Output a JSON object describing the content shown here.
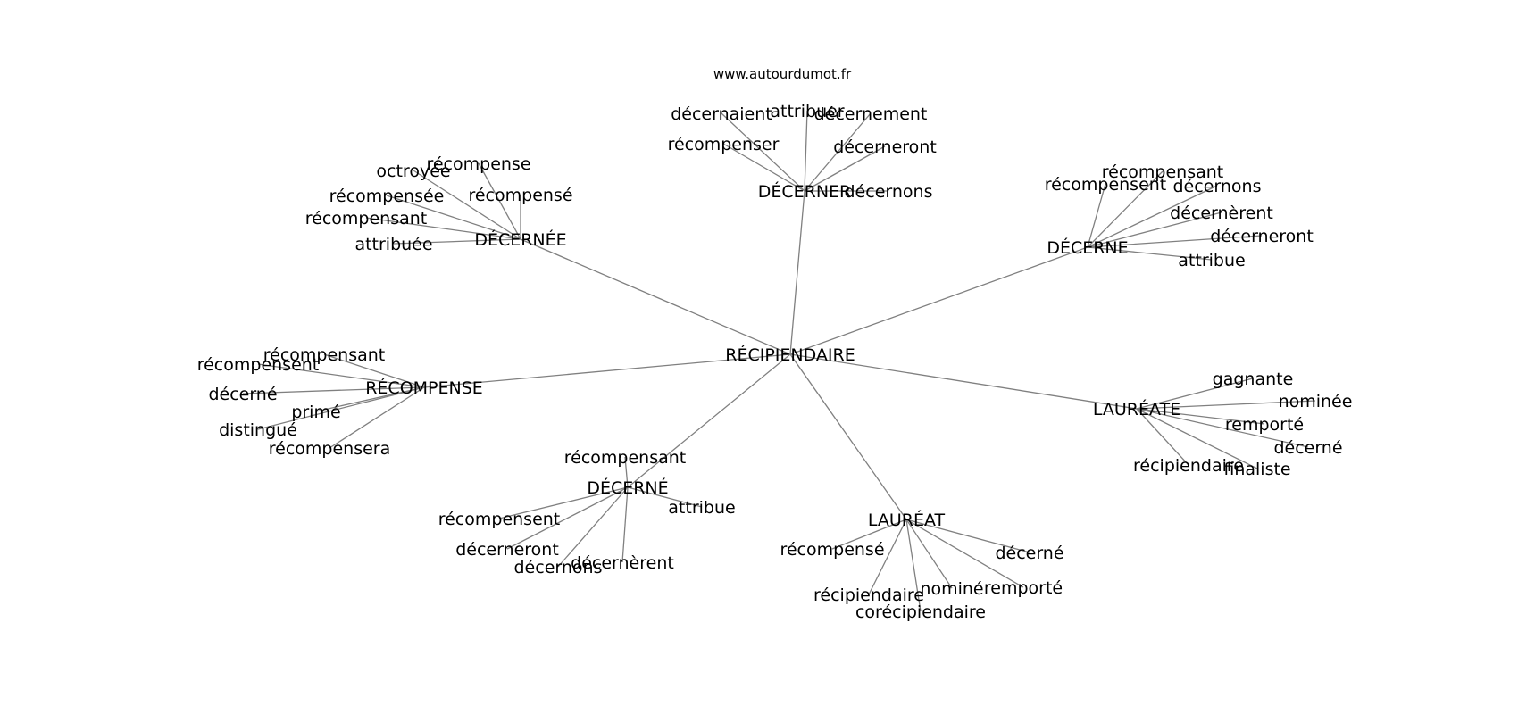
{
  "source": "www.autourdumot.fr",
  "graph": {
    "center": "RÉCIPIENDAIRE",
    "hubs": [
      {
        "id": "decerner",
        "label": "DÉCERNER",
        "leaves": [
          "décernaient",
          "attribuer",
          "décernement",
          "récompenser",
          "décerneront",
          "décernons"
        ]
      },
      {
        "id": "decernee",
        "label": "DÉCERNÉE",
        "leaves": [
          "octroyée",
          "récompense",
          "récompensée",
          "récompensé",
          "récompensant",
          "attribuée"
        ]
      },
      {
        "id": "decerne",
        "label": "DÉCERNE",
        "leaves": [
          "récompensant",
          "récompensent",
          "décernons",
          "décernèrent",
          "décerneront",
          "attribue"
        ]
      },
      {
        "id": "recompense",
        "label": "RÉCOMPENSE",
        "leaves": [
          "récompensant",
          "récompensent",
          "décerné",
          "primé",
          "distingué",
          "récompensera"
        ]
      },
      {
        "id": "laureate",
        "label": "LAURÉATE",
        "leaves": [
          "gagnante",
          "nominée",
          "remporté",
          "décerné",
          "récipiendaire",
          "finaliste"
        ]
      },
      {
        "id": "decerne-acc",
        "label": "DÉCERNÉ",
        "leaves": [
          "récompensant",
          "attribue",
          "récompensent",
          "décerneront",
          "décernons",
          "décernèrent"
        ]
      },
      {
        "id": "laureat",
        "label": "LAURÉAT",
        "leaves": [
          "récompensé",
          "décerné",
          "récipiendaire",
          "corécipiendaire",
          "nominé",
          "remporté"
        ]
      }
    ]
  }
}
